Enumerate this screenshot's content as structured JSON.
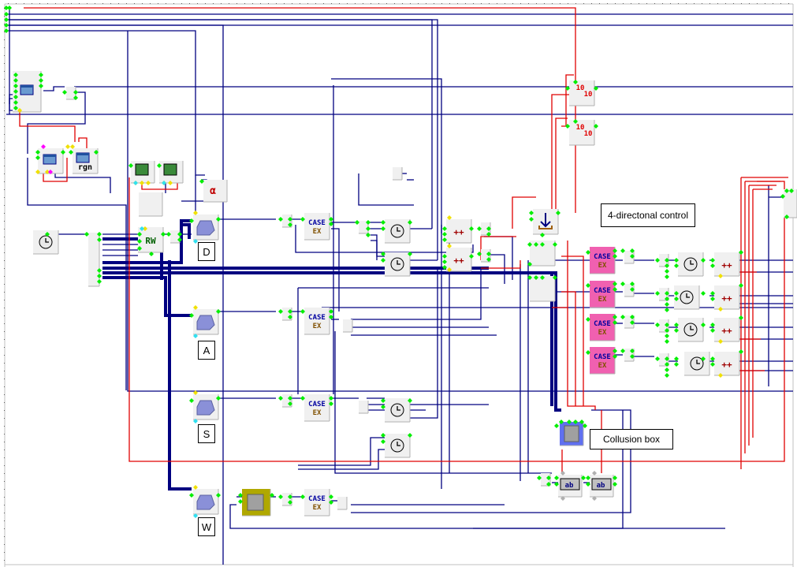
{
  "colors": {
    "wire_data": "#000080",
    "wire_control": "#e00000",
    "pin_green": "#00ee00",
    "pin_yellow": "#f0e000",
    "pin_cyan": "#30e0f0",
    "pin_magenta": "#ff00ff",
    "block_bg": "#f0f0f0",
    "block_case_pink": "#f060b0",
    "block_olive": "#b0a800",
    "block_blue": "#6070f0",
    "grid_dot": "#000000",
    "frame": "#c0c0c0"
  },
  "labels": {
    "four_dir": "4-directonal control",
    "collision": "Collusion box"
  },
  "keys": [
    {
      "id": "key-d",
      "text": "D"
    },
    {
      "id": "key-a",
      "text": "A"
    },
    {
      "id": "key-s",
      "text": "S"
    },
    {
      "id": "key-w",
      "text": "W"
    }
  ],
  "block_text": {
    "case": "CASE",
    "ex": "EX",
    "rgn": "rgn",
    "rw": "RW",
    "inc": "++",
    "alpha": "α",
    "ten": "10",
    "ab": "ab"
  }
}
